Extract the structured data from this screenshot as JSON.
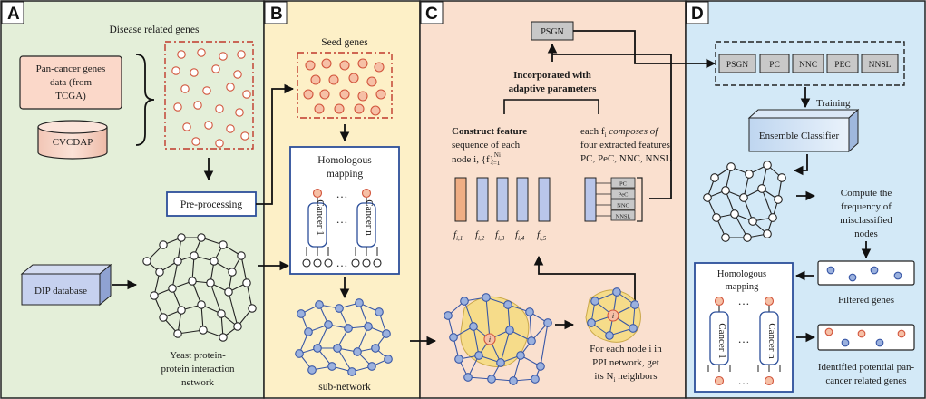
{
  "panels": [
    {
      "letter": "A",
      "bg": "#e4efd9"
    },
    {
      "letter": "B",
      "bg": "#fdf0c7"
    },
    {
      "letter": "C",
      "bg": "#fae0cf"
    },
    {
      "letter": "D",
      "bg": "#d3e9f7"
    }
  ],
  "colors": {
    "node_orange": "#f6c0a6",
    "node_orange_stroke": "#d2553c",
    "node_blue": "#9bb1de",
    "node_blue_stroke": "#3857a6",
    "highlight": "#f6dc8a"
  },
  "panel_a": {
    "title": "Disease related genes",
    "pancancer_line1": "Pan-cancer genes",
    "pancancer_line2": "data (from",
    "pancancer_line3": "TCGA)",
    "cvcdap": "CVCDAP",
    "preprocessing": "Pre-processing",
    "dip": "DIP database",
    "yeast_line1": "Yeast protein-",
    "yeast_line2": "protein interaction",
    "yeast_line3": "network"
  },
  "panel_b": {
    "seed_genes": "Seed genes",
    "homologous_line1": "Homologous",
    "homologous_line2": "mapping",
    "cancer_1": "Cancer 1",
    "cancer_n": "Cancer n",
    "ellipsis": "…",
    "subnetwork": "sub-network"
  },
  "panel_c": {
    "psgn": "PSGN",
    "incorporated_line1": "Incorporated with",
    "incorporated_line2": "adaptive parameters",
    "construct_line1": "Construct feature",
    "construct_line2": "sequence of each",
    "construct_line3": "node i, {f}",
    "construct_sup": "Ni",
    "construct_sub": "i=1",
    "each_line1": "each f",
    "each_line1_sub": "i",
    "each_line1_rest": " composes of",
    "each_line2": "four extracted features",
    "each_line3": "PC, PeC, NNC, NNSL",
    "feature_labels": [
      "PC",
      "PeC",
      "NNC",
      "NNSL"
    ],
    "bar_labels": [
      "f",
      "f",
      "f",
      "f",
      "f"
    ],
    "bar_subs": [
      "i,1",
      "i,2",
      "i,3",
      "i,4",
      "i,5"
    ],
    "node_i": "i",
    "foreach_line1": "For each node i in",
    "foreach_line2": "PPI network, get",
    "foreach_line3": "its N",
    "foreach_line3_sub": "i",
    "foreach_line3_rest": " neighbors"
  },
  "panel_d": {
    "features": [
      "PSGN",
      "PC",
      "NNC",
      "PEC",
      "NNSL"
    ],
    "training": "Training",
    "ensemble": "Ensemble Classifier",
    "compute_line1": "Compute the",
    "compute_line2": "frequency of",
    "compute_line3": "misclassified",
    "compute_line4": "nodes",
    "filtered": "Filtered genes",
    "homologous_line1": "Homologous",
    "homologous_line2": "mapping",
    "cancer_1": "Cancer 1",
    "cancer_n": "Cancer n",
    "ellipsis": "…",
    "identified_line1": "Identified potential pan-",
    "identified_line2": "cancer related genes"
  }
}
